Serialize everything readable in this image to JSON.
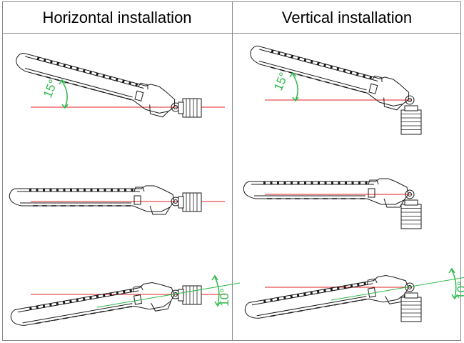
{
  "columns": [
    {
      "title": "Horizontal installation",
      "mount": "horizontal"
    },
    {
      "title": "Vertical installation",
      "mount": "vertical"
    }
  ],
  "rows": [
    {
      "tilt_deg": 15,
      "angle_label": "15°"
    },
    {
      "tilt_deg": 0,
      "angle_label": ""
    },
    {
      "tilt_deg": -10,
      "angle_label": "10°"
    }
  ],
  "colors": {
    "outline": "#1a1a1a",
    "reference_line": "#e02020",
    "angle_marker": "#2db84a",
    "border": "#8a8a8a"
  }
}
